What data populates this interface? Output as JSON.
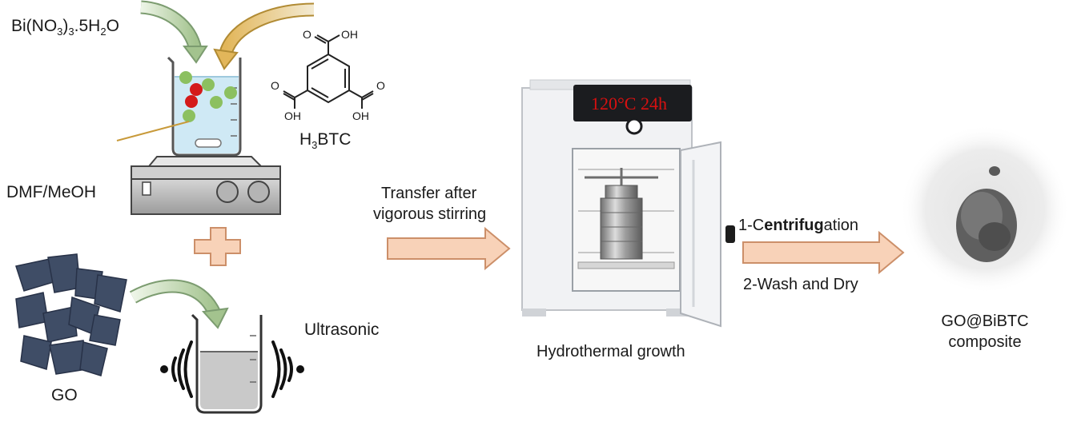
{
  "reagents": {
    "bismuth_salt": {
      "base": "Bi(NO",
      "sub1": "3",
      "mid": ")",
      "sub2": "3",
      "dot": ".5H",
      "sub3": "2",
      "end": "O"
    },
    "linker": {
      "pre": "H",
      "sub": "3",
      "post": "BTC"
    },
    "solvent": "DMF/MeOH",
    "oh_labels": [
      "OH",
      "OH",
      "OH"
    ],
    "o_labels": [
      "O",
      "O",
      "O"
    ]
  },
  "go_prep": {
    "go_label": "GO",
    "method": "Ultrasonic"
  },
  "steps": {
    "transfer_line1": "Transfer after",
    "transfer_line2": "vigorous stirring",
    "oven_display": "120°C 24h",
    "oven_caption": "Hydrothermal growth",
    "post_step1_pre": "1-C",
    "post_step1_b1": "entrifug",
    "post_step1_post": "ation",
    "post_step2": "2-Wash and Dry"
  },
  "product": {
    "line1": "GO@BiBTC",
    "line2": "composite"
  },
  "colors": {
    "arrow_fill": "#f8d2b8",
    "arrow_stroke": "#cc8f69",
    "go_sheet": "#3f4d66",
    "liquid": "#cfe9f5",
    "green_particle": "#8cc060",
    "red_particle": "#d41a1a",
    "oven_text": "#d81010"
  }
}
